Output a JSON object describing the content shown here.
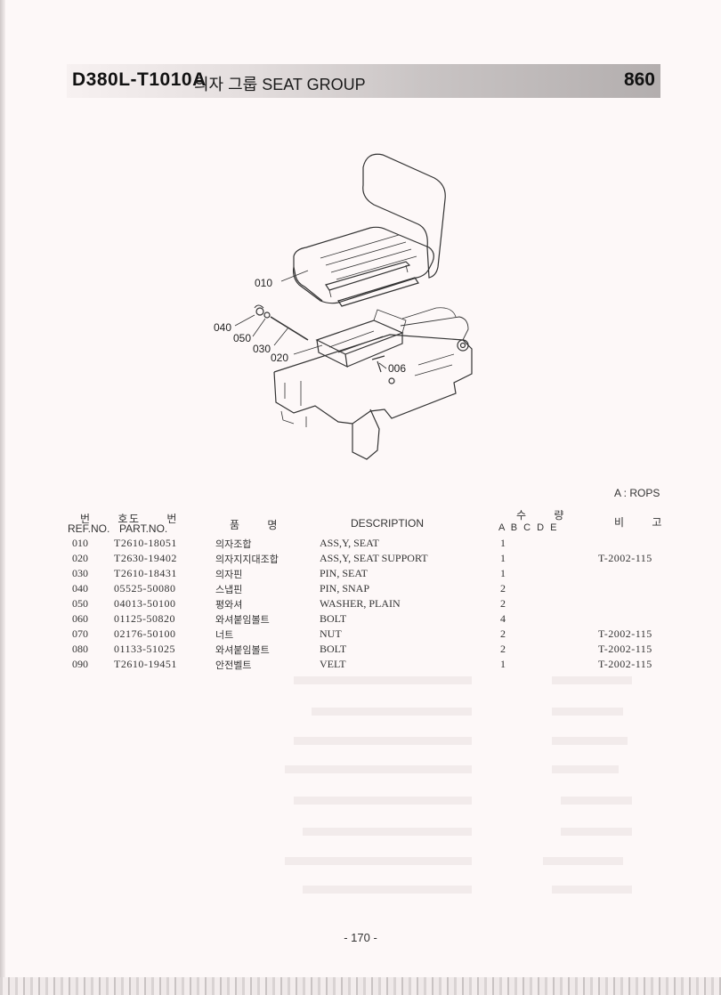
{
  "header": {
    "model_code": "D380L-T1010A",
    "group_title": "의자 그룹 SEAT GROUP",
    "page_code": "860"
  },
  "diagram": {
    "callouts": [
      "010",
      "040",
      "050",
      "030",
      "020",
      "006"
    ]
  },
  "model_note": "A : ROPS",
  "columns": {
    "ref_kr": "번 호",
    "ref_en": "REF.NO.",
    "part_kr": "도 번",
    "part_en": "PART.NO.",
    "name_kr": "품 명",
    "description": "DESCRIPTION",
    "qty_kr": "수 량",
    "qty_cols": "A B C D E",
    "remarks_kr": "비 고"
  },
  "rows": [
    {
      "ref": "010",
      "part": "T2610-18051",
      "name_kr": "의자조합",
      "desc": "ASS,Y, SEAT",
      "qty": "1",
      "remarks": ""
    },
    {
      "ref": "020",
      "part": "T2630-19402",
      "name_kr": "의자지지대조합",
      "desc": "ASS,Y, SEAT SUPPORT",
      "qty": "1",
      "remarks": "T-2002-115"
    },
    {
      "ref": "030",
      "part": "T2610-18431",
      "name_kr": "의자핀",
      "desc": "PIN, SEAT",
      "qty": "1",
      "remarks": ""
    },
    {
      "ref": "040",
      "part": "05525-50080",
      "name_kr": "스냅핀",
      "desc": "PIN, SNAP",
      "qty": "2",
      "remarks": ""
    },
    {
      "ref": "050",
      "part": "04013-50100",
      "name_kr": "평와셔",
      "desc": "WASHER, PLAIN",
      "qty": "2",
      "remarks": ""
    },
    {
      "ref": "060",
      "part": "01125-50820",
      "name_kr": "와셔붙임볼트",
      "desc": "BOLT",
      "qty": "4",
      "remarks": ""
    },
    {
      "ref": "070",
      "part": "02176-50100",
      "name_kr": "너트",
      "desc": "NUT",
      "qty": "2",
      "remarks": "T-2002-115"
    },
    {
      "ref": "080",
      "part": "01133-51025",
      "name_kr": "와셔붙임볼트",
      "desc": "BOLT",
      "qty": "2",
      "remarks": "T-2002-115"
    },
    {
      "ref": "090",
      "part": "T2610-19451",
      "name_kr": "안전벨트",
      "desc": "VELT",
      "qty": "1",
      "remarks": "T-2002-115"
    }
  ],
  "footer": {
    "page_number": "- 170 -"
  }
}
